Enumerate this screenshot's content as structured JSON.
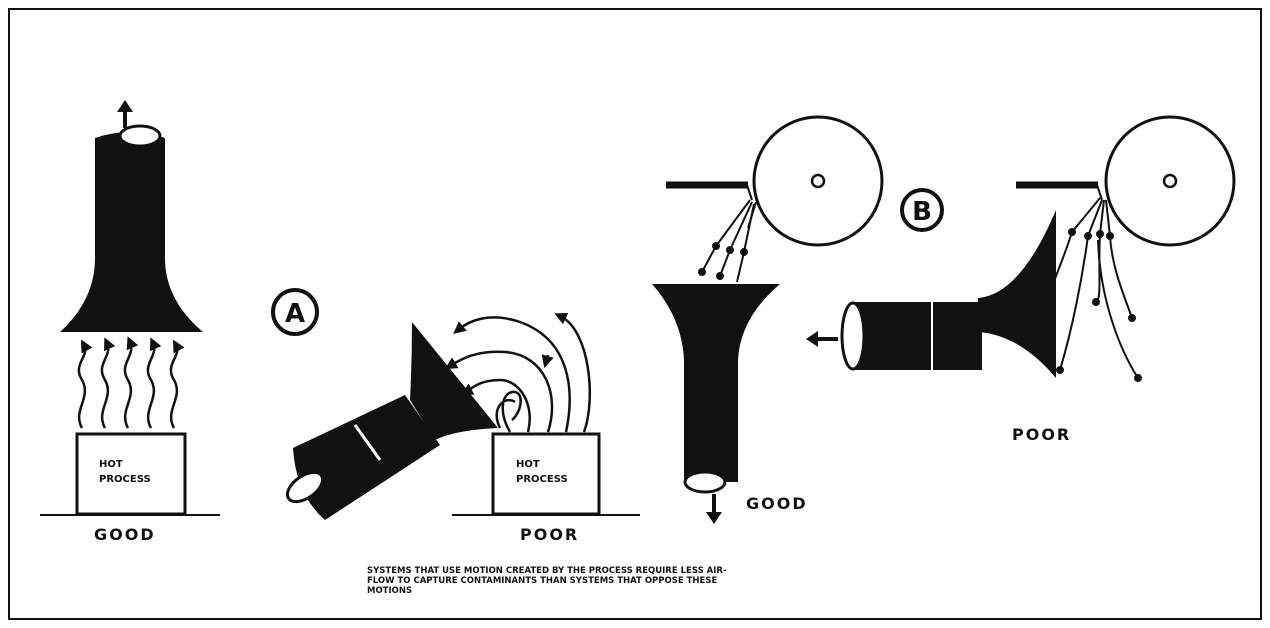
{
  "labels": {
    "panel_a": "A",
    "panel_b": "B",
    "good": "GOOD",
    "poor": "POOR",
    "hot": "HOT",
    "process": "PROCESS"
  },
  "caption": {
    "line1": "SYSTEMS THAT USE MOTION CREATED BY THE PROCESS REQUIRE LESS AIR-",
    "line2": "FLOW TO CAPTURE CONTAMINANTS THAN SYSTEMS THAT OPPOSE THESE",
    "line3": "MOTIONS"
  }
}
